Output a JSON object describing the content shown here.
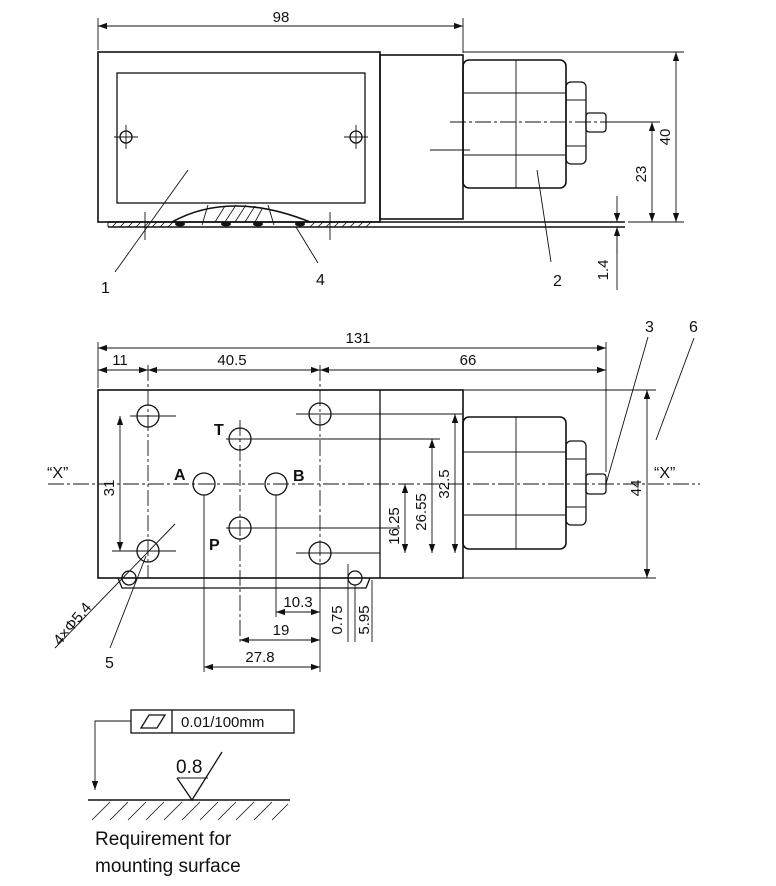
{
  "top_view": {
    "dim_width": "98",
    "dim_height": "40",
    "dim_axis": "23",
    "dim_seal": "1.4",
    "callout_1": "1",
    "callout_2": "2",
    "callout_4": "4"
  },
  "front_view": {
    "dim_total": "131",
    "dim_left": "11",
    "dim_mid": "40.5",
    "dim_right": "66",
    "dim_31": "31",
    "dim_32_5": "32.5",
    "dim_26_55": "26.55",
    "dim_16_25": "16.25",
    "dim_44": "44",
    "dim_10_3": "10.3",
    "dim_19": "19",
    "dim_27_8": "27.8",
    "dim_0_75": "0.75",
    "dim_5_95": "5.95",
    "hole_spec": "4×Φ5.4",
    "port_t": "T",
    "port_a": "A",
    "port_b": "B",
    "port_p": "P",
    "section_left": "“X”",
    "section_right": "“X”",
    "callout_3": "3",
    "callout_5": "5",
    "callout_6": "6"
  },
  "mounting": {
    "flatness": "0.01/100mm",
    "roughness": "0.8",
    "caption_line1": "Requirement for",
    "caption_line2": "mounting surface"
  }
}
